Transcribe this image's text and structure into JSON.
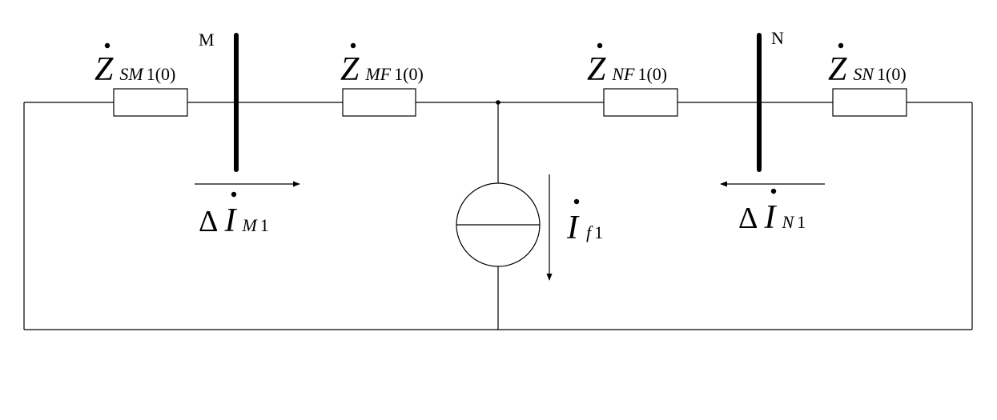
{
  "bus_labels": {
    "m": "M",
    "n": "N"
  },
  "impedances": [
    {
      "main": "Z",
      "sub": "SM",
      "suffix": "1(0)"
    },
    {
      "main": "Z",
      "sub": "MF",
      "suffix": "1(0)"
    },
    {
      "main": "Z",
      "sub": "NF",
      "suffix": "1(0)"
    },
    {
      "main": "Z",
      "sub": "SN",
      "suffix": "1(0)"
    }
  ],
  "currents": {
    "m": {
      "delta": "Δ",
      "main": "I",
      "sub": "M",
      "suffix": "1"
    },
    "n": {
      "delta": "Δ",
      "main": "I",
      "sub": "N",
      "suffix": "1"
    },
    "fault": {
      "main": "I",
      "sub": "f",
      "suffix": "1"
    }
  }
}
